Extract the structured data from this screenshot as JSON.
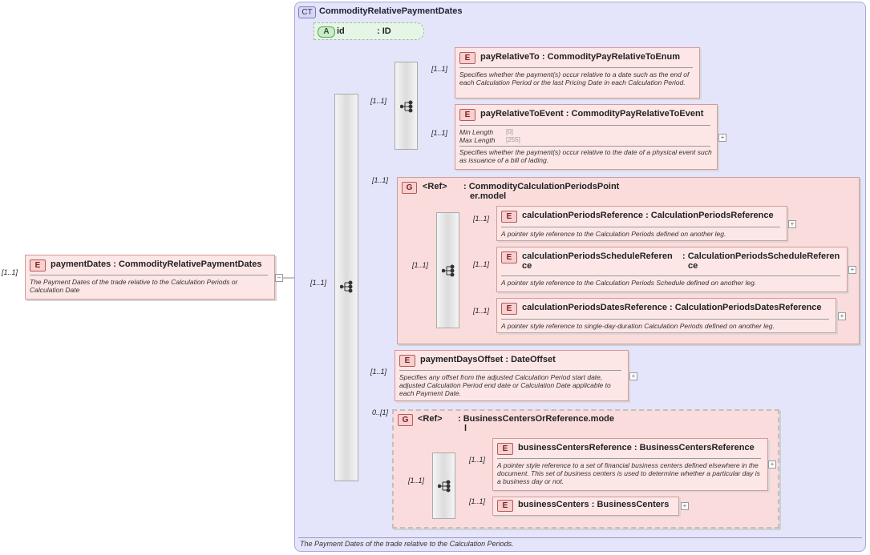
{
  "root": {
    "multiplicity": "[1..1]",
    "badge": "E",
    "name": "paymentDates",
    "type": ": CommodityRelativePaymentDates",
    "doc": "The Payment Dates of the trade relative to the Calculation Periods or Calculation Date",
    "collapse": "−"
  },
  "complex_type": {
    "badge": "CT",
    "name": "CommodityRelativePaymentDates",
    "footer": "The Payment Dates of the trade relative to the Calculation Periods.",
    "attribute": {
      "badge": "A",
      "name": "id",
      "type": ": ID"
    },
    "seq_mult": "[1..1]"
  },
  "choice_block": {
    "mult": "[1..1]",
    "elements": [
      {
        "mult": "[1..1]",
        "badge": "E",
        "name": "payRelativeTo",
        "type": ": CommodityPayRelativeToEnum",
        "doc": "Specifies whether the payment(s) occur relative to a date such as the end of each Calculation Period or the last Pricing Date in each Calculation Period."
      },
      {
        "mult": "[1..1]",
        "badge": "E",
        "name": "payRelativeToEvent",
        "type": ": CommodityPayRelativeToEvent",
        "facets": [
          {
            "label": "Min Length",
            "value": "[0]"
          },
          {
            "label": "Max Length",
            "value": "[255]"
          }
        ],
        "doc": "Specifies whether the payment(s) occur relative to the date of a physical event such as issuance of a bill of lading."
      }
    ]
  },
  "group1": {
    "mult": "[1..1]",
    "badge": "G",
    "ref": "<Ref>",
    "type_line1": ": CommodityCalculationPeriodsPoint",
    "type_line2": "er.model",
    "seq_mult": "[1..1]",
    "elements": [
      {
        "mult": "[1..1]",
        "badge": "E",
        "name": "calculationPeriodsReference",
        "type": ": CalculationPeriodsReference",
        "doc": "A pointer style reference to the Calculation Periods defined on another leg."
      },
      {
        "mult": "[1..1]",
        "badge": "E",
        "name1": "calculationPeriodsScheduleReferen",
        "name2": "ce",
        "type1": ": CalculationPeriodsScheduleReferen",
        "type2": "ce",
        "doc": "A pointer style reference to the Calculation Periods Schedule defined on another leg."
      },
      {
        "mult": "[1..1]",
        "badge": "E",
        "name": "calculationPeriodsDatesReference",
        "type": ": CalculationPeriodsDatesReference",
        "doc": "A pointer style reference to single-day-duration Calculation Periods defined on another leg."
      }
    ]
  },
  "payment_days_offset": {
    "mult": "[1..1]",
    "badge": "E",
    "name": "paymentDaysOffset",
    "type": ": DateOffset",
    "doc": "Specifies any offset from the adjusted Calculation Period start date, adjusted Calculation Period end date or Calculation Date applicable to each Payment Date."
  },
  "group2": {
    "mult": "0..[1]",
    "badge": "G",
    "ref": "<Ref>",
    "type_line1": ": BusinessCentersOrReference.mode",
    "type_line2": "l",
    "seq_mult": "[1..1]",
    "elements": [
      {
        "mult": "[1..1]",
        "badge": "E",
        "name": "businessCentersReference",
        "type": ": BusinessCentersReference",
        "doc": "A pointer style reference to a set of financial business centers defined elsewhere in the document. This set of business centers is used to determine whether a particular day is a business day or not."
      },
      {
        "mult": "[1..1]",
        "badge": "E",
        "name": "businessCenters",
        "type": ": BusinessCenters"
      }
    ]
  },
  "expand_symbol": "+"
}
